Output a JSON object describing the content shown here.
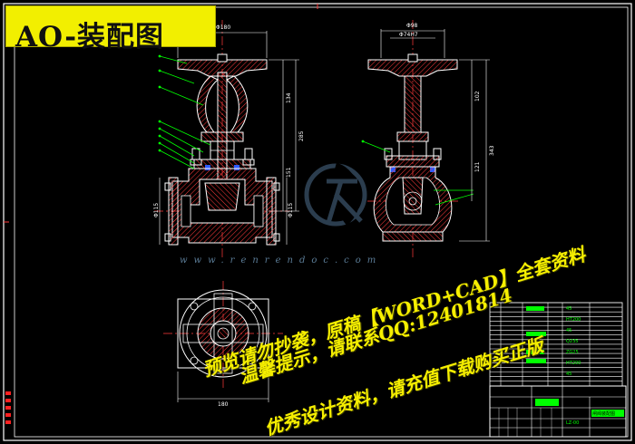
{
  "title": "AO-装配图",
  "watermark": {
    "line1": "预览请勿抄袭，原稿【WORD+CAD】全套资料",
    "line2": "温馨提示，请联系QQ:12401814",
    "line3": "优秀设计资料，请充值下载购买正版",
    "site": "www.renrendoc.com"
  },
  "front_view": {
    "dim_top": "Φ180",
    "dim_left": "Φ115",
    "dim_right": "Φ115",
    "dim_h1": "134",
    "dim_h2": "151",
    "dim_h3": "285"
  },
  "side_view": {
    "dim_top": "Φ98",
    "dim_fit": "Φ74H7",
    "dim_h1": "102",
    "dim_h2": "121",
    "dim_h3": "343"
  },
  "plan_view": {
    "dim_width": "180"
  },
  "title_block": {
    "material_codes": [
      "45",
      "HT200",
      "45",
      "Q235",
      "ZG25",
      "HT200",
      "45"
    ],
    "drawing_name": "闸阀装配图",
    "drawing_no": "LZ-00"
  },
  "colors": {
    "background": "#000000",
    "outline": "#ffffff",
    "hatch": "#ff3b3b",
    "center_line": "#ff3b3b",
    "dimension": "#ffffff",
    "leader": "#00ff00",
    "seal": "#2d5bff",
    "banner": "#f2ef00",
    "watermark": "#f6ef00"
  }
}
